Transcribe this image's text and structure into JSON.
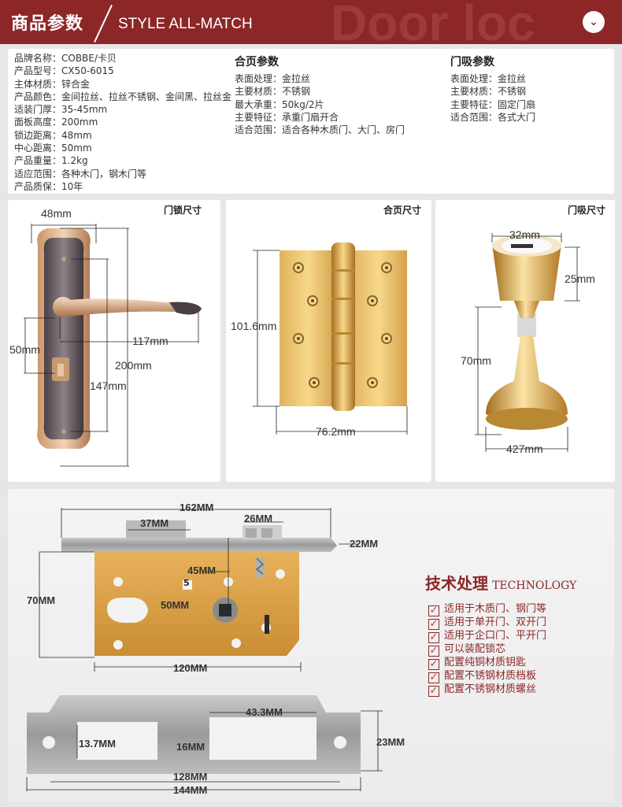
{
  "header": {
    "title_cn": "商品参数",
    "title_en": "STYLE ALL-MATCH",
    "watermark": "Door loc",
    "arrow": "chevron-down-icon"
  },
  "specs": {
    "left": [
      "品牌名称：COBBE/卡贝",
      "产品型号：CX50-6015",
      "主体材质：锌合金",
      "产品颜色：金间拉丝、拉丝不锈钢、金间黑、拉丝金",
      "适装门厚：35-45mm",
      "面板高度：200mm",
      "锁边距离：48mm",
      "中心距离：50mm",
      "产品重量：1.2kg",
      "适应范围：各种木门，钢木门等",
      "产品质保：10年"
    ],
    "hinge_title": "合页参数",
    "hinge": [
      "表面处理：金拉丝",
      "主要材质：不锈钢",
      "最大承重：50kg/2片",
      "主要特征：承重门扇开合",
      "适合范围：适合各种木质门、大门、房门"
    ],
    "stopper_title": "门吸参数",
    "stopper": [
      "表面处理：金拉丝",
      "主要材质：不锈钢",
      "主要特征：固定门扇",
      "适合范围：各式大门"
    ]
  },
  "lock_size": {
    "title": "门锁尺寸",
    "w": "48mm",
    "handle": "117mm",
    "center": "50mm",
    "height": "200mm",
    "hole": "147mm"
  },
  "hinge_size": {
    "title": "合页尺寸",
    "height": "101.6mm",
    "width": "76.2mm"
  },
  "stopper_size": {
    "title": "门吸尺寸",
    "top": "32mm",
    "head": "25mm",
    "height": "70mm",
    "base": "427mm"
  },
  "lockbody": {
    "total": "162MM",
    "a": "37MM",
    "b": "26MM",
    "c": "22MM",
    "d": "45MM",
    "e": "70MM",
    "f": "50MM",
    "g": "120MM",
    "num": "5"
  },
  "tech": {
    "title": "技术处理",
    "title_en": "TECHNOLOGY",
    "items": [
      "适用于木质门、钢门等",
      "适用于单开门、双开门",
      "适用于企口门、平开门",
      "可以装配锁芯",
      "配置纯铜材质钥匙",
      "配置不锈钢材质档板",
      "配置不锈钢材质螺丝"
    ]
  },
  "strike": {
    "a": "43.3MM",
    "b": "13.7MM",
    "c": "16MM",
    "d": "23MM",
    "e": "128MM",
    "f": "144MM"
  }
}
